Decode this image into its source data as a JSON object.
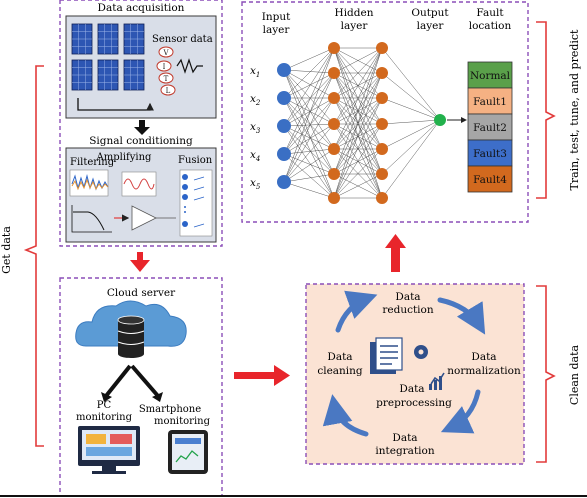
{
  "left_group": {
    "label": "Get data"
  },
  "right_groups": {
    "top_label": "Train, test, tune, and predict",
    "bottom_label": "Clean data"
  },
  "acquisition": {
    "title": "Data acquisition",
    "sensor_label": "Sensor data",
    "sensor_letters": [
      "V",
      "I",
      "T",
      "L"
    ]
  },
  "conditioning": {
    "title": "Signal conditioning",
    "filtering": "Filtering",
    "amplifying": "Amplifying",
    "fusion": "Fusion"
  },
  "cloud": {
    "title": "Cloud server",
    "pc_line1": "PC",
    "pc_line2": "monitoring",
    "phone_line1": "Smartphone",
    "phone_line2": "monitoring"
  },
  "network": {
    "input_title_1": "Input",
    "input_title_2": "layer",
    "hidden_title_1": "Hidden",
    "hidden_title_2": "layer",
    "output_title_1": "Output",
    "output_title_2": "layer",
    "fault_title_1": "Fault",
    "fault_title_2": "location",
    "inputs": [
      "x1",
      "x2",
      "x3",
      "x4",
      "x5"
    ],
    "faults": [
      {
        "label": "Normal",
        "color": "#5aa04a"
      },
      {
        "label": "Fault1",
        "color": "#f5b183"
      },
      {
        "label": "Fault2",
        "color": "#a6a6a6"
      },
      {
        "label": "Fault3",
        "color": "#3d6ec9"
      },
      {
        "label": "Fault4",
        "color": "#d2691e"
      }
    ],
    "colors": {
      "input_node": "#3a6fc4",
      "hidden_node": "#d2691e",
      "output_node": "#22b14c"
    }
  },
  "preprocessing": {
    "center_line1": "Data",
    "center_line2": "preprocessing",
    "steps": {
      "reduction_1": "Data",
      "reduction_2": "reduction",
      "normalization_1": "Data",
      "normalization_2": "normalization",
      "integration_1": "Data",
      "integration_2": "integration",
      "cleaning_1": "Data",
      "cleaning_2": "cleaning"
    }
  },
  "colors": {
    "frame_dash": "#8b4fb8",
    "panel_fill": "#d9dee8",
    "prep_fill": "#fbe3d4",
    "bracket": "#e23b3b",
    "arrow_red": "#e8252b",
    "cycle_arrow": "#4a78c2"
  }
}
